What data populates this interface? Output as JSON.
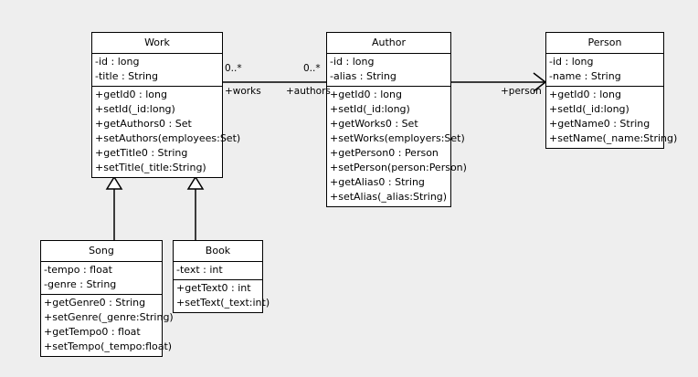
{
  "diagram": {
    "title": "UML Class Diagram",
    "background_color": "#eeeeee",
    "box_fill_color": "#ffffff",
    "line_color": "#000000",
    "classes": [
      {
        "id": "work",
        "name": "Work",
        "attributes": [
          "-id : long",
          "-title : String"
        ],
        "operations": [
          "+getId0 : long",
          "+setId(_id:long)",
          "+getAuthors0 : Set",
          "+setAuthors(employees:Set)",
          "+getTitle0 : String",
          "+setTitle(_title:String)"
        ]
      },
      {
        "id": "author",
        "name": "Author",
        "attributes": [
          "-id : long",
          "-alias : String"
        ],
        "operations": [
          "+getId0 : long",
          "+setId(_id:long)",
          "+getWorks0 : Set",
          "+setWorks(employers:Set)",
          "+getPerson0 : Person",
          "+setPerson(person:Person)",
          "+getAlias0 : String",
          "+setAlias(_alias:String)"
        ]
      },
      {
        "id": "person",
        "name": "Person",
        "attributes": [
          "-id : long",
          "-name : String"
        ],
        "operations": [
          "+getId0 : long",
          "+setId(_id:long)",
          "+getName0 : String",
          "+setName(_name:String)"
        ]
      },
      {
        "id": "song",
        "name": "Song",
        "attributes": [
          "-tempo : float",
          "-genre : String"
        ],
        "operations": [
          "+getGenre0 : String",
          "+setGenre(_genre:String)",
          "+getTempo0 : float",
          "+setTempo(_tempo:float)"
        ]
      },
      {
        "id": "book",
        "name": "Book",
        "attributes": [
          "-text : int"
        ],
        "operations": [
          "+getText0 : int",
          "+setText(_text:int)"
        ]
      }
    ],
    "relationships": [
      {
        "id": "work-author",
        "type": "association",
        "from": "Work",
        "to": "Author",
        "source_multiplicity": "0..*",
        "target_multiplicity": "0..*",
        "source_role": "+works",
        "target_role": "+authors"
      },
      {
        "id": "author-person",
        "type": "directed-association",
        "from": "Author",
        "to": "Person",
        "target_role": "+person"
      },
      {
        "id": "song-work",
        "type": "generalization",
        "from": "Song",
        "to": "Work"
      },
      {
        "id": "book-work",
        "type": "generalization",
        "from": "Book",
        "to": "Work"
      }
    ],
    "edge_labels": {
      "work_mult": "0..*",
      "author_mult": "0..*",
      "works_role": "+works",
      "authors_role": "+authors",
      "person_role": "+person"
    }
  }
}
